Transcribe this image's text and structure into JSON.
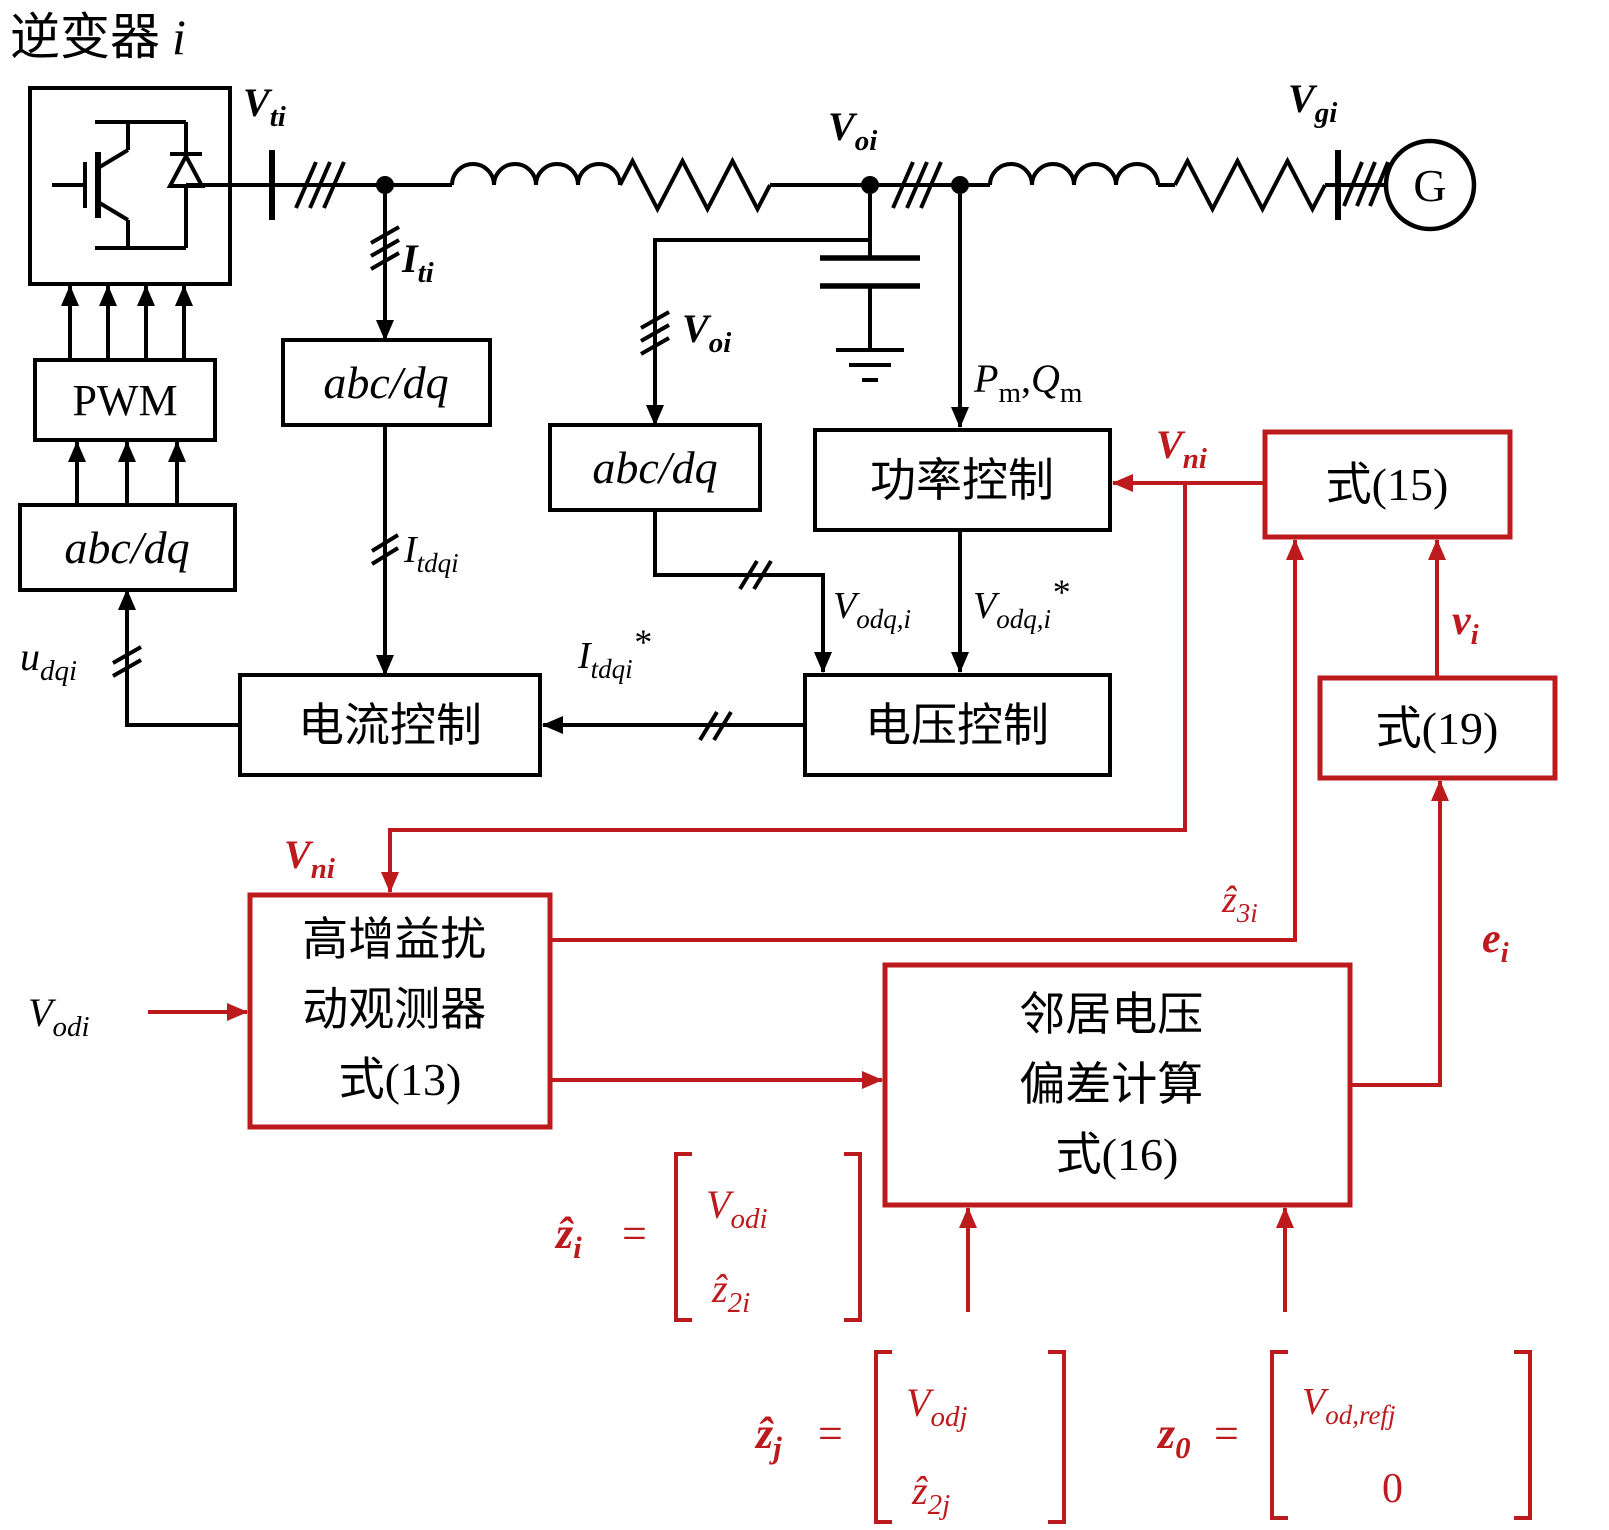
{
  "colors": {
    "accent_red": "#bd1a1e",
    "line_black": "#000000",
    "background": "#ffffff"
  },
  "title": {
    "cjk": "逆变器",
    "var": "i"
  },
  "blocks": {
    "pwm": "PWM",
    "abcdq": "abc/dq",
    "current_control": "电流控制",
    "voltage_control": "电压控制",
    "power_control": "功率控制",
    "eq15": "式(15)",
    "eq19": "式(19)",
    "generator": "G",
    "observer": [
      "高增益扰",
      "动观测器",
      "式(13)"
    ],
    "neighbor": [
      "邻居电压",
      "偏差计算",
      "式(16)"
    ]
  },
  "signals": {
    "vti": [
      "V",
      "ti"
    ],
    "iti": [
      "I",
      "ti"
    ],
    "voi": [
      "V",
      "oi"
    ],
    "vgi": [
      "V",
      "gi"
    ],
    "pmqm": [
      "P",
      "m",
      ",",
      "Q",
      "m"
    ],
    "itdqi": [
      "I",
      "tdqi"
    ],
    "itdqi_ref": [
      "I",
      "tdqi",
      "*"
    ],
    "udqi": [
      "u",
      "dqi"
    ],
    "vodqi": [
      "V",
      "odq,i"
    ],
    "vodqi_ref": [
      "V",
      "odq,i",
      "*"
    ],
    "vni": [
      "V",
      "ni"
    ],
    "vodi": [
      "V",
      "odi"
    ],
    "vi": [
      "v",
      "i"
    ],
    "ei": [
      "e",
      "i"
    ],
    "z3i": [
      "ẑ",
      "3i"
    ],
    "zi_vec": {
      "head": [
        "ẑ",
        "i"
      ],
      "eq": "=",
      "rows": [
        [
          "V",
          "odi"
        ],
        [
          "ẑ",
          "2i"
        ]
      ]
    },
    "zj_vec": {
      "head": [
        "ẑ",
        "j"
      ],
      "eq": "=",
      "rows": [
        [
          "V",
          "odj"
        ],
        [
          "ẑ",
          "2j"
        ]
      ]
    },
    "z0_vec": {
      "head": [
        "z",
        "0"
      ],
      "eq": "=",
      "rows": [
        [
          "V",
          "od,refj"
        ],
        [
          "0",
          ""
        ]
      ]
    }
  }
}
